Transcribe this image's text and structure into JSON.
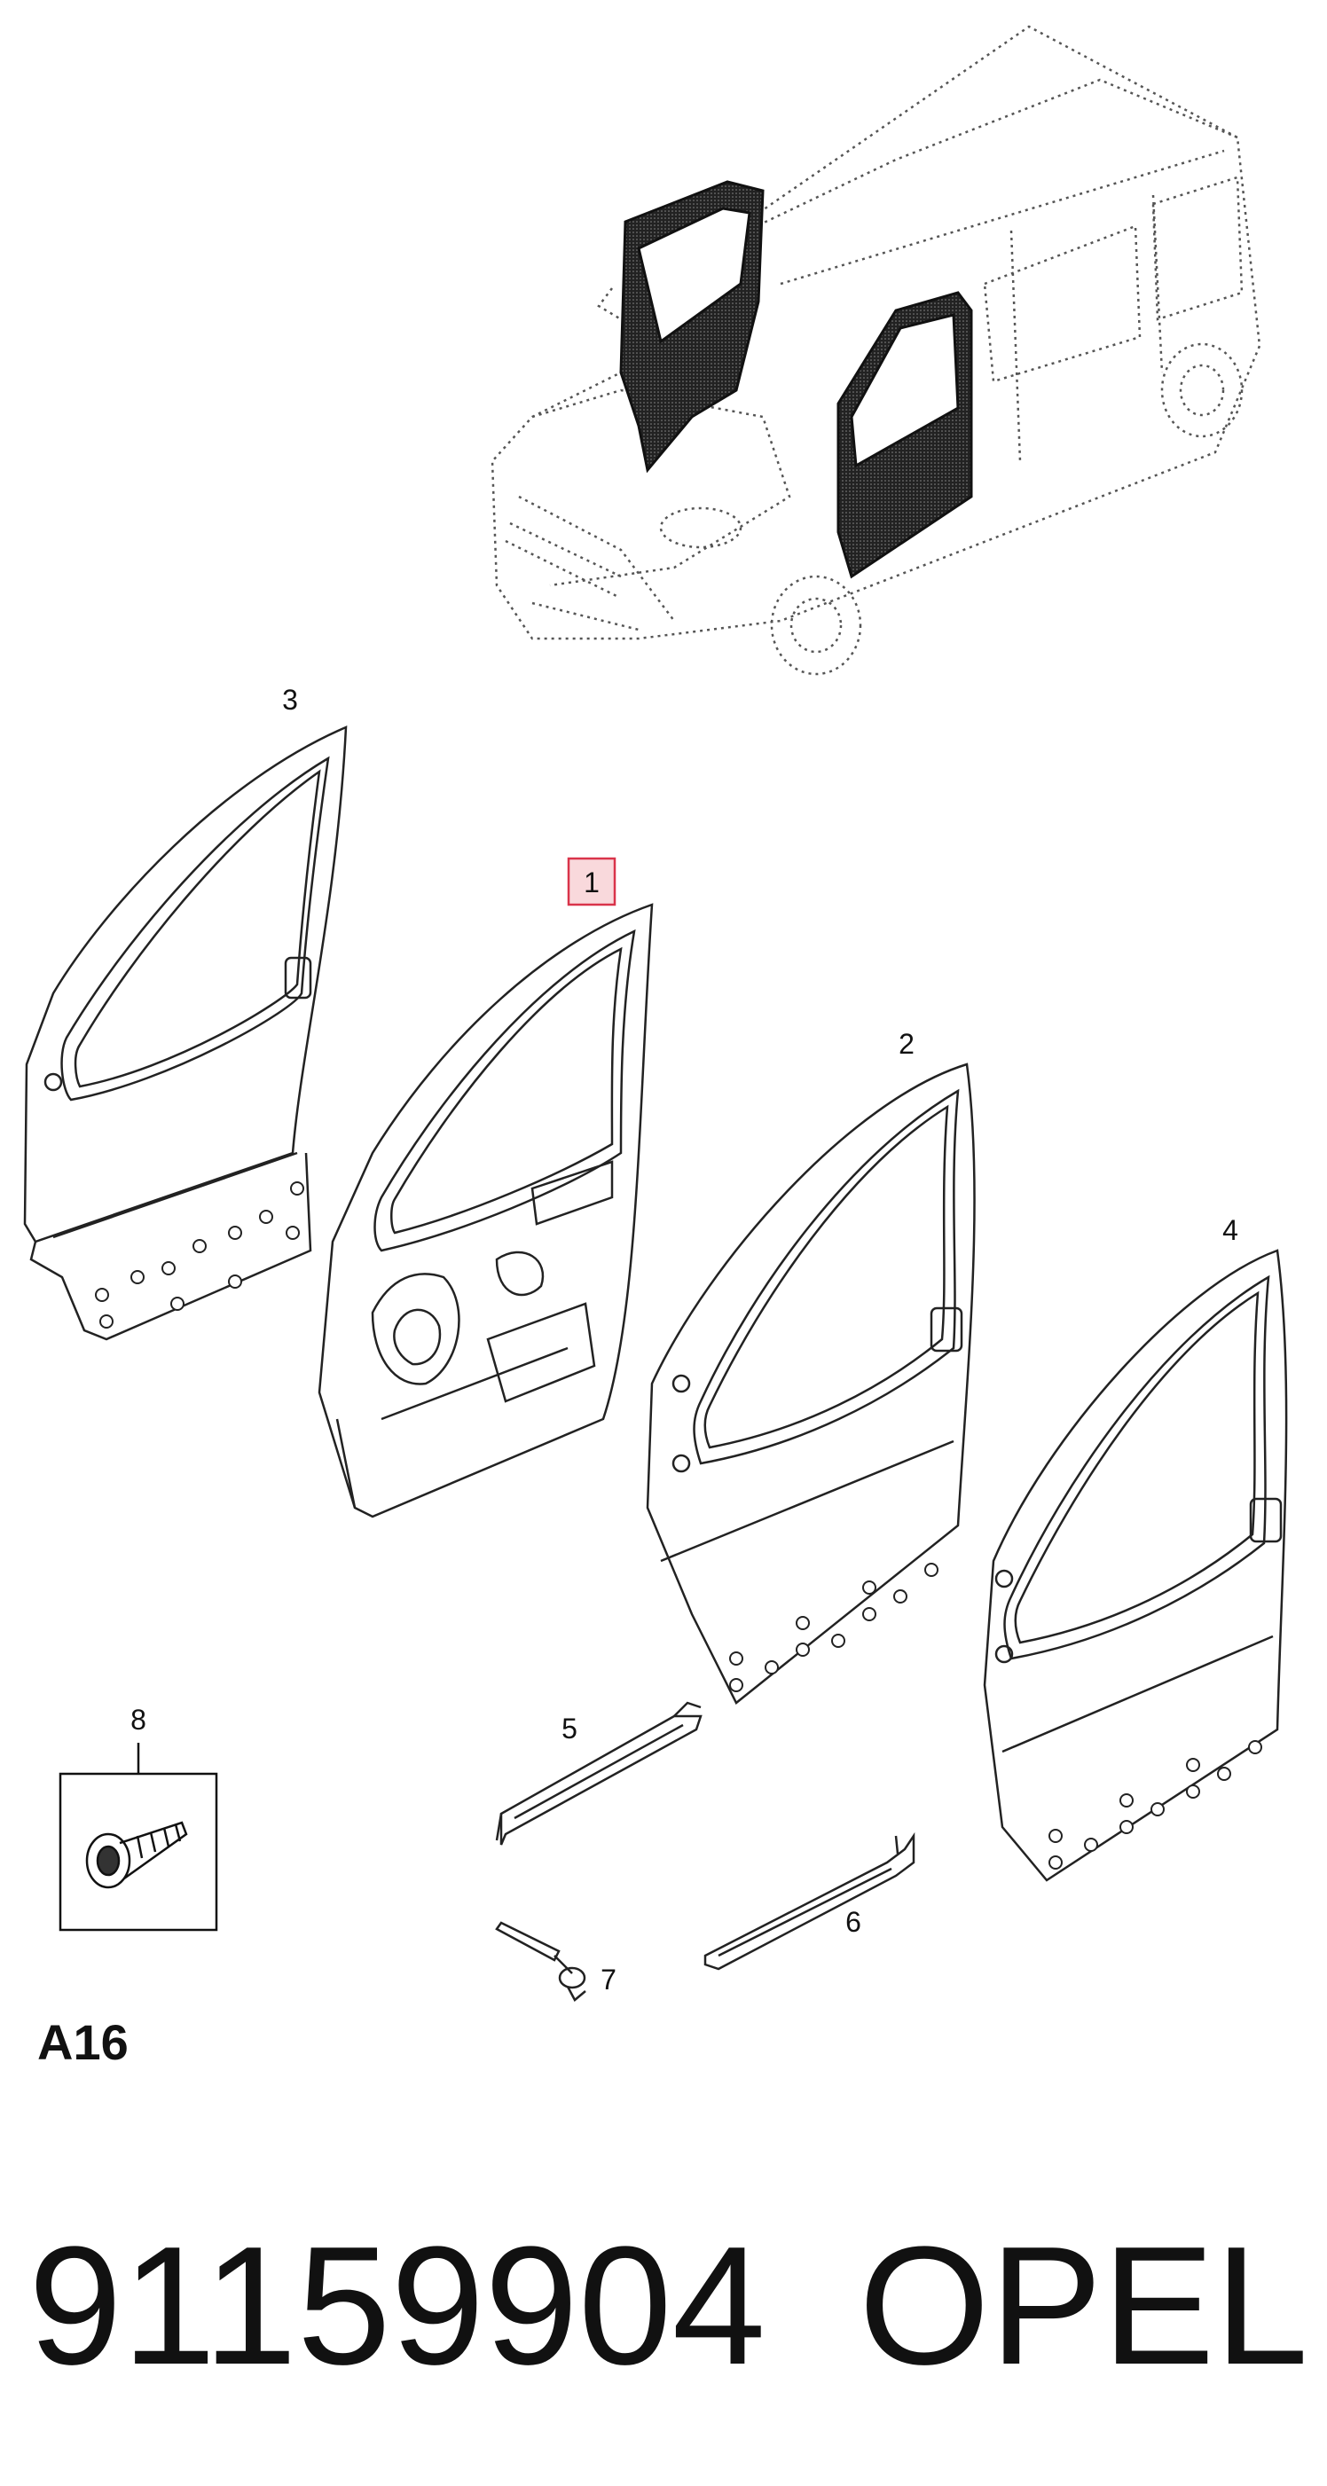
{
  "callouts": {
    "part_1": "1",
    "part_2": "2",
    "part_3": "3",
    "part_4": "4",
    "part_5": "5",
    "part_6": "6",
    "part_7": "7",
    "part_8": "8"
  },
  "diagram_code": "A16",
  "footer": {
    "part_number": "91159904",
    "brand": "OPEL"
  },
  "colors": {
    "highlight_fill": "#f9d9dc",
    "highlight_stroke": "#d9344a",
    "line": "#222222"
  }
}
